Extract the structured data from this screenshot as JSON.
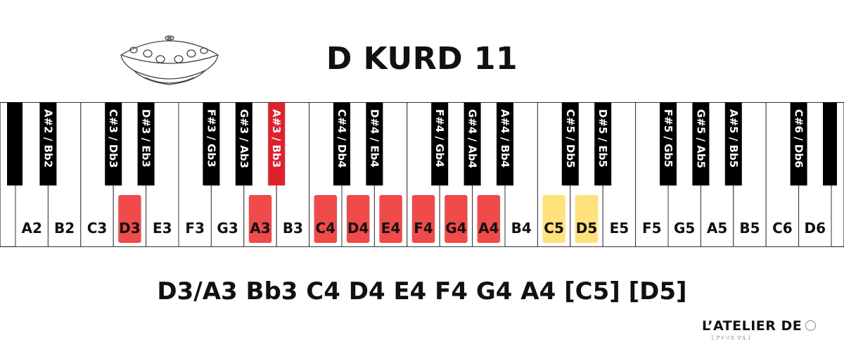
{
  "title": "D KURD 11",
  "scale_text": "D3/A3 Bb3 C4 D4 E4 F4 G4 A4 [C5] [D5]",
  "brand": {
    "name": "L’ATELIER DE",
    "sub": "[ アトリエ マル ]",
    "icon": "circle-outline-icon"
  },
  "colors": {
    "primary": "#f04a4a",
    "optional": "#ffe27a",
    "black_key": "#000000",
    "black_key_selected": "#e0202b"
  },
  "white_keys": [
    {
      "label": "A2",
      "state": "none"
    },
    {
      "label": "B2",
      "state": "none"
    },
    {
      "label": "C3",
      "state": "none"
    },
    {
      "label": "D3",
      "state": "primary"
    },
    {
      "label": "E3",
      "state": "none"
    },
    {
      "label": "F3",
      "state": "none"
    },
    {
      "label": "G3",
      "state": "none"
    },
    {
      "label": "A3",
      "state": "primary"
    },
    {
      "label": "B3",
      "state": "none"
    },
    {
      "label": "C4",
      "state": "primary"
    },
    {
      "label": "D4",
      "state": "primary"
    },
    {
      "label": "E4",
      "state": "primary"
    },
    {
      "label": "F4",
      "state": "primary"
    },
    {
      "label": "G4",
      "state": "primary"
    },
    {
      "label": "A4",
      "state": "primary"
    },
    {
      "label": "B4",
      "state": "none"
    },
    {
      "label": "C5",
      "state": "optional"
    },
    {
      "label": "D5",
      "state": "optional"
    },
    {
      "label": "E5",
      "state": "none"
    },
    {
      "label": "F5",
      "state": "none"
    },
    {
      "label": "G5",
      "state": "none"
    },
    {
      "label": "A5",
      "state": "none"
    },
    {
      "label": "B5",
      "state": "none"
    },
    {
      "label": "C6",
      "state": "none"
    },
    {
      "label": "D6",
      "state": "none"
    }
  ],
  "black_keys": [
    {
      "label": "",
      "state": "none"
    },
    {
      "label": "A#2 / Bb2",
      "state": "none"
    },
    {
      "label": "C#3 / Db3",
      "state": "none"
    },
    {
      "label": "D#3 / Eb3",
      "state": "none"
    },
    {
      "label": "F#3 / Gb3",
      "state": "none"
    },
    {
      "label": "G#3 / Ab3",
      "state": "none"
    },
    {
      "label": "A#3 / Bb3",
      "state": "selected"
    },
    {
      "label": "C#4 / Db4",
      "state": "none"
    },
    {
      "label": "D#4 / Eb4",
      "state": "none"
    },
    {
      "label": "F#4 / Gb4",
      "state": "none"
    },
    {
      "label": "G#4 / Ab4",
      "state": "none"
    },
    {
      "label": "A#4 / Bb4",
      "state": "none"
    },
    {
      "label": "C#5 / Db5",
      "state": "none"
    },
    {
      "label": "D#5 / Eb5",
      "state": "none"
    },
    {
      "label": "F#5 / Gb5",
      "state": "none"
    },
    {
      "label": "G#5 / Ab5",
      "state": "none"
    },
    {
      "label": "A#5 / Bb5",
      "state": "none"
    },
    {
      "label": "C#6 / Db6",
      "state": "none"
    },
    {
      "label": "",
      "state": "none"
    }
  ]
}
